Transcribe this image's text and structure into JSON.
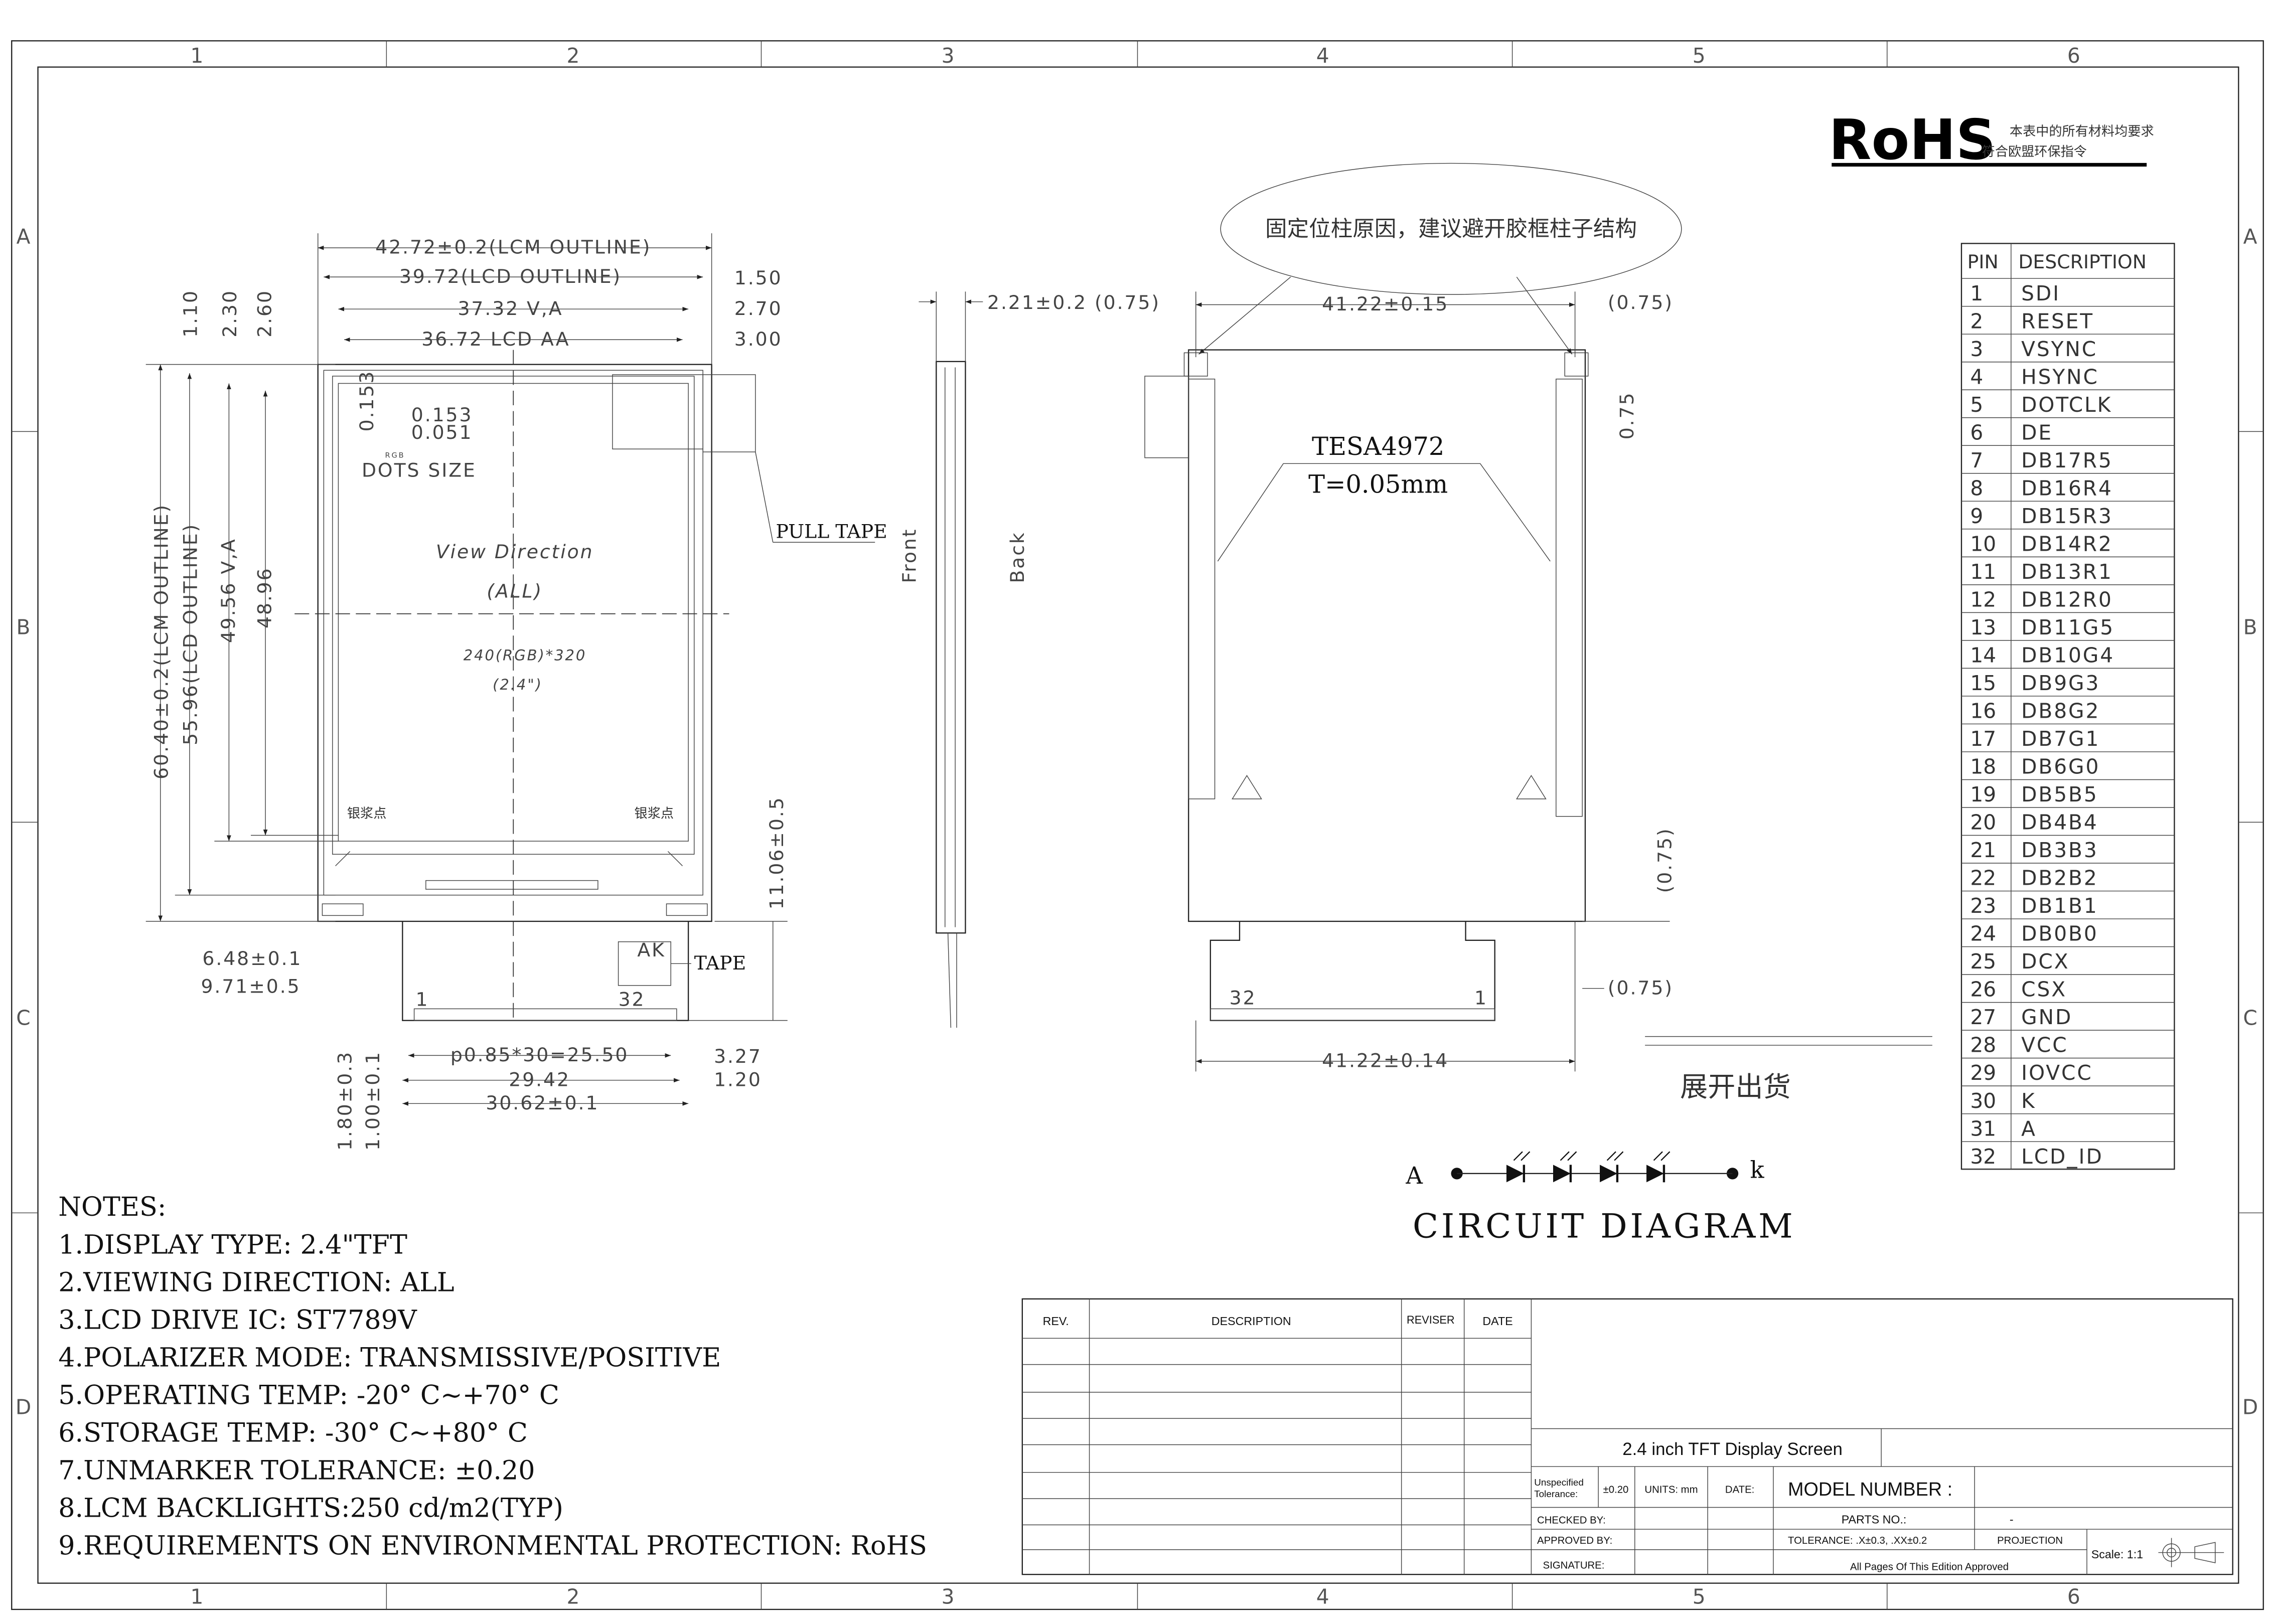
{
  "frame": {
    "columns": [
      "1",
      "2",
      "3",
      "4",
      "5",
      "6"
    ],
    "rows": [
      "A",
      "B",
      "C",
      "D"
    ]
  },
  "rohs": {
    "logo": "RoHS",
    "note_line1": "本表中的所有材料均要求",
    "note_line2": "符合欧盟环保指令"
  },
  "front_view": {
    "dims": {
      "lcm_width": "42.72±0.2(LCM OUTLINE)",
      "lcd_width": "39.72(LCD OUTLINE)",
      "va_width": "37.32 V,A",
      "aa_width": "36.72 LCD AA",
      "off_150": "1.50",
      "off_270": "2.70",
      "off_300": "3.00",
      "top_110": "1.10",
      "top_230": "2.30",
      "top_260": "2.60",
      "lcm_height": "60.40±0.2(LCM OUTLINE)",
      "lcd_height": "55.96(LCD OUTLINE)",
      "va_height": "49.56 V,A",
      "aa_height": "48.96",
      "dot_h": "0.153",
      "dot_w1": "0.153",
      "dot_w2": "0.051",
      "rgb": "RGB",
      "dots_size": "DOTS SIZE",
      "fpc_len": "11.06±0.5",
      "fpc_off1": "6.48±0.1",
      "fpc_off2": "9.71±0.5",
      "pitch": "p0.85*30=25.50",
      "w2942": "29.42",
      "w3062": "30.62±0.1",
      "r327": "3.27",
      "r120": "1.20",
      "v180": "1.80±0.3",
      "v100": "1.00±0.1"
    },
    "view_direction": "View Direction",
    "view_all": "(ALL)",
    "resolution": "240(RGB)*320",
    "size": "(2.4\")",
    "silver_dot_left": "银浆点",
    "silver_dot_right": "银浆点",
    "pull_tape": "PULL TAPE",
    "tape": "TAPE",
    "ak": "AK",
    "pin_first": "1",
    "pin_last": "32"
  },
  "side_view": {
    "thickness": "2.21±0.2 (0.75)",
    "front": "Front",
    "back": "Back"
  },
  "back_view": {
    "callout": "固定位柱原因，建议避开胶框柱子结构",
    "width_top": "41.22±0.15",
    "gap_top": "(0.75)",
    "gap_side": "0.75",
    "tape_name": "TESA4972",
    "tape_thickness": "T=0.05mm",
    "gap_bottom_v": "(0.75)",
    "gap_bottom": "(0.75)",
    "width_bottom": "41.22±0.14",
    "pin_first": "32",
    "pin_last": "1",
    "ship_note": "展开出货"
  },
  "circuit": {
    "anode": "A",
    "cathode": "k",
    "title": "CIRCUIT DIAGRAM",
    "led_count": 4
  },
  "pin_table": {
    "header_pin": "PIN",
    "header_desc": "DESCRIPTION",
    "pins": [
      [
        "1",
        "SDI"
      ],
      [
        "2",
        "RESET"
      ],
      [
        "3",
        "VSYNC"
      ],
      [
        "4",
        "HSYNC"
      ],
      [
        "5",
        "DOTCLK"
      ],
      [
        "6",
        "DE"
      ],
      [
        "7",
        "DB17R5"
      ],
      [
        "8",
        "DB16R4"
      ],
      [
        "9",
        "DB15R3"
      ],
      [
        "10",
        "DB14R2"
      ],
      [
        "11",
        "DB13R1"
      ],
      [
        "12",
        "DB12R0"
      ],
      [
        "13",
        "DB11G5"
      ],
      [
        "14",
        "DB10G4"
      ],
      [
        "15",
        "DB9G3"
      ],
      [
        "16",
        "DB8G2"
      ],
      [
        "17",
        "DB7G1"
      ],
      [
        "18",
        "DB6G0"
      ],
      [
        "19",
        "DB5B5"
      ],
      [
        "20",
        "DB4B4"
      ],
      [
        "21",
        "DB3B3"
      ],
      [
        "22",
        "DB2B2"
      ],
      [
        "23",
        "DB1B1"
      ],
      [
        "24",
        "DB0B0"
      ],
      [
        "25",
        "DCX"
      ],
      [
        "26",
        "CSX"
      ],
      [
        "27",
        "GND"
      ],
      [
        "28",
        "VCC"
      ],
      [
        "29",
        "IOVCC"
      ],
      [
        "30",
        "K"
      ],
      [
        "31",
        "A"
      ],
      [
        "32",
        "LCD_ID"
      ]
    ]
  },
  "notes": {
    "title": "NOTES:",
    "items": [
      "1.DISPLAY TYPE:  2.4\"TFT",
      "2.VIEWING DIRECTION: ALL",
      "3.LCD DRIVE IC: ST7789V",
      "4.POLARIZER MODE: TRANSMISSIVE/POSITIVE",
      "5.OPERATING TEMP: -20° C~+70° C",
      "6.STORAGE TEMP: -30° C~+80° C",
      "7.UNMARKER TOLERANCE: ±0.20",
      "8.LCM BACKLIGHTS:250 cd/m2(TYP)",
      "9.REQUIREMENTS ON ENVIRONMENTAL PROTECTION: RoHS"
    ]
  },
  "title_block": {
    "rev": "REV.",
    "description": "DESCRIPTION",
    "reviser": "REVISER",
    "date": "DATE",
    "title": "2.4 inch TFT Display Screen",
    "unspecified_1": "Unspecified",
    "unspecified_2": "Tolerance:",
    "tolerance_value": "±0.20",
    "units": "UNITS: mm",
    "date_label": "DATE:",
    "model_number": "MODEL NUMBER :",
    "checked_by": "CHECKED  BY:",
    "parts_no": "PARTS NO.:",
    "parts_no_value": "-",
    "approved_by": "APPROVED BY:",
    "tolerance": "TOLERANCE:  .X±0.3, .XX±0.2",
    "projection": "PROJECTION",
    "signature": "SIGNATURE:",
    "all_pages": "All Pages Of This Edition Approved",
    "scale": "Scale: 1:1"
  }
}
